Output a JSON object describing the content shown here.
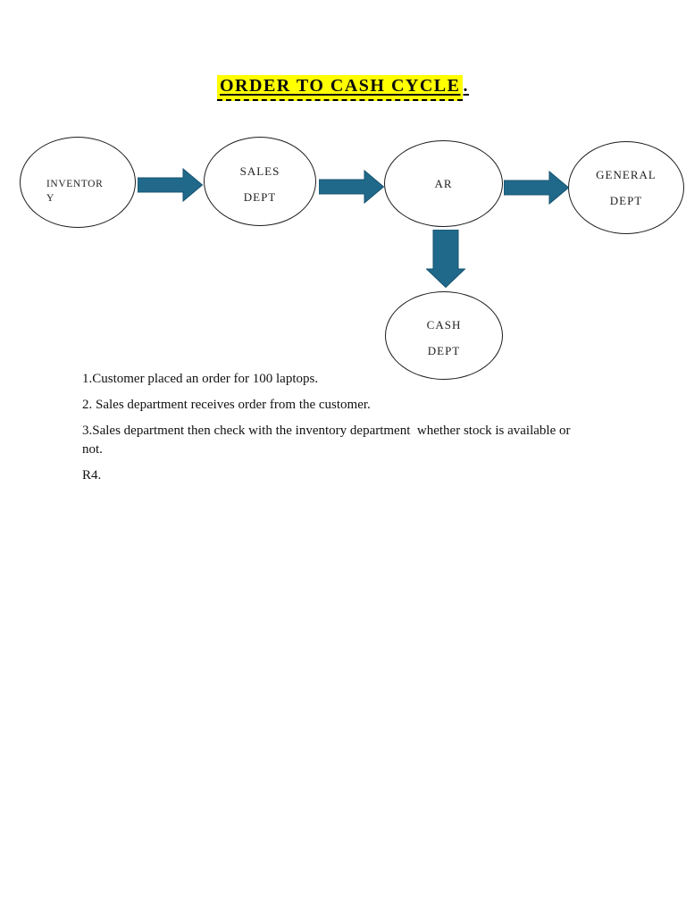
{
  "title": {
    "text": "ORDER TO CASH CYCLE",
    "trailing_period": ".",
    "highlight_color": "#ffff00"
  },
  "diagram": {
    "arrow_color": "#20698b",
    "arrow_stroke_color": "#16536f",
    "node_border_color": "#1c1c1c",
    "nodes": {
      "inventory": {
        "lines": [
          "INVENTOR",
          "Y"
        ]
      },
      "sales": {
        "lines": [
          "SALES",
          "DEPT"
        ]
      },
      "ar": {
        "lines": [
          "AR"
        ]
      },
      "general": {
        "lines": [
          "GENERAL",
          "DEPT"
        ]
      },
      "cash": {
        "lines": [
          "CASH",
          "DEPT"
        ]
      }
    },
    "arrows": [
      {
        "from": "INVENTORY",
        "to": "SALES DEPT",
        "direction": "right"
      },
      {
        "from": "SALES DEPT",
        "to": "AR",
        "direction": "right"
      },
      {
        "from": "AR",
        "to": "GENERAL DEPT",
        "direction": "right"
      },
      {
        "from": "AR",
        "to": "CASH DEPT",
        "direction": "down"
      }
    ]
  },
  "steps": [
    "1.Customer placed an order for 100 laptops.",
    "2. Sales department receives order from the customer.",
    "3.Sales department then check with the inventory department  whether stock is available or\nnot.",
    "R4."
  ]
}
